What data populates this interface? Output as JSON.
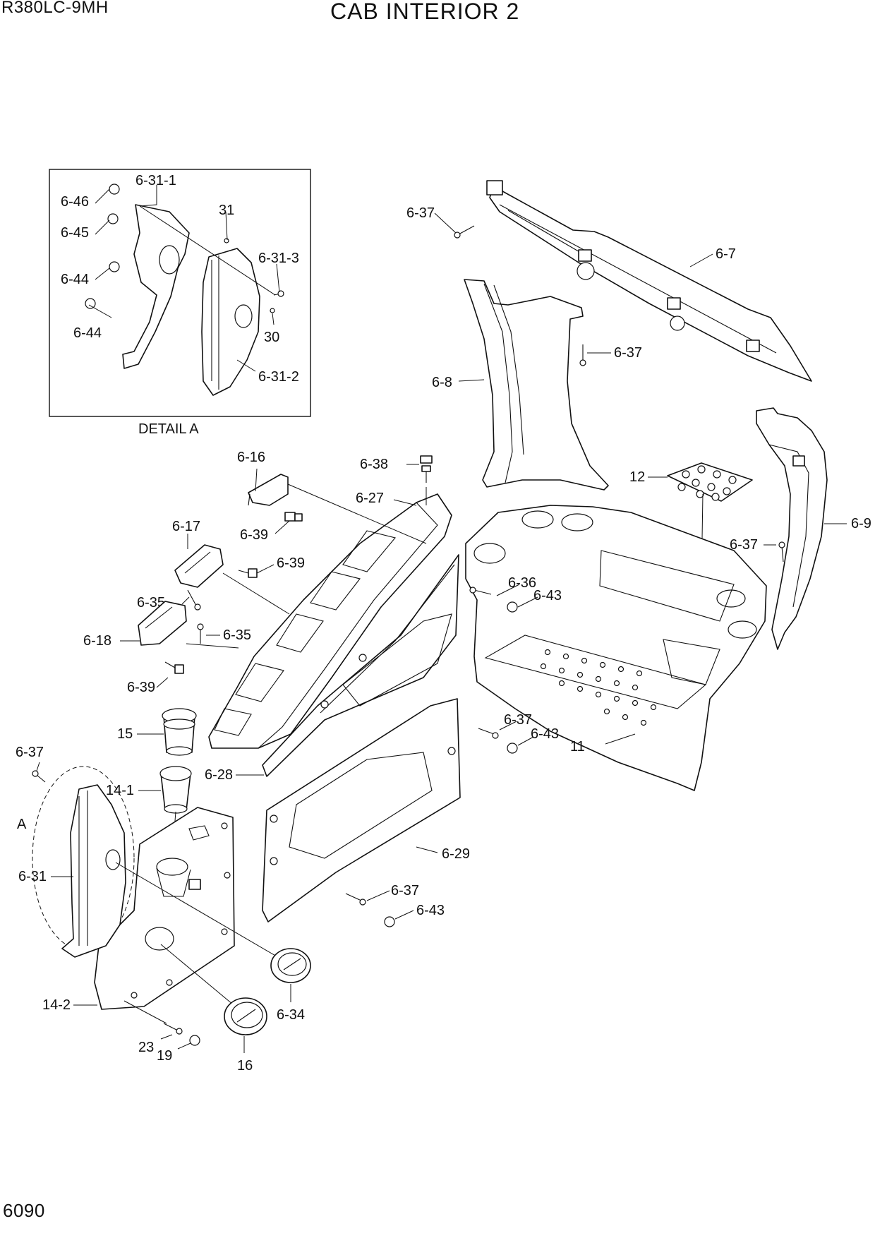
{
  "header": {
    "model": "R380LC-9MH",
    "title": "CAB INTERIOR 2"
  },
  "footer": {
    "page_number": "6090"
  },
  "detail": {
    "caption": "DETAIL A",
    "marker": "A"
  },
  "labels": {
    "l_6_31_1": "6-31-1",
    "l_6_46": "6-46",
    "l_31": "31",
    "l_6_45": "6-45",
    "l_6_31_3": "6-31-3",
    "l_6_44a": "6-44",
    "l_6_44b": "6-44",
    "l_30": "30",
    "l_6_31_2": "6-31-2",
    "l_6_37_top": "6-37",
    "l_6_7": "6-7",
    "l_6_37_pillar": "6-37",
    "l_6_8": "6-8",
    "l_6_16": "6-16",
    "l_6_38": "6-38",
    "l_6_27": "6-27",
    "l_12": "12",
    "l_6_39a": "6-39",
    "l_6_17": "6-17",
    "l_6_39b": "6-39",
    "l_6_9": "6-9",
    "l_6_37_right": "6-37",
    "l_6_36": "6-36",
    "l_6_43a": "6-43",
    "l_6_35a": "6-35",
    "l_6_35b": "6-35",
    "l_6_18": "6-18",
    "l_6_39c": "6-39",
    "l_6_37_mid": "6-37",
    "l_6_43b": "6-43",
    "l_11": "11",
    "l_15": "15",
    "l_6_37_left": "6-37",
    "l_6_28": "6-28",
    "l_14_1": "14-1",
    "l_6_29": "6-29",
    "l_6_31": "6-31",
    "l_6_37_low": "6-37",
    "l_6_43c": "6-43",
    "l_14_2": "14-2",
    "l_6_34": "6-34",
    "l_23": "23",
    "l_19": "19",
    "l_16": "16"
  }
}
